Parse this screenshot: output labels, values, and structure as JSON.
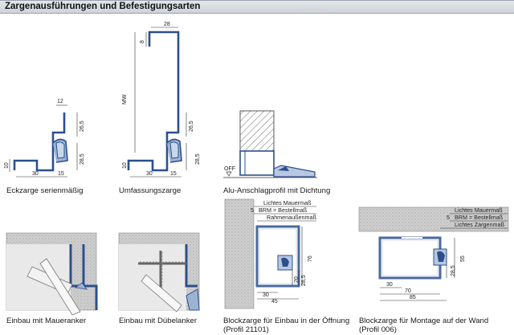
{
  "header": {
    "title": "Zargenausführungen und Befestigungsarten"
  },
  "captions": {
    "eckzarge": "Eckzarge serienmäßig",
    "umfassungszarge": "Umfassungszarge",
    "alu": "Alu-Anschlagprofil mit Dichtung",
    "maueranker": "Einbau mit Maueranker",
    "duebelanker": "Einbau mit Dübelanker",
    "block_oeffnung": [
      "Blockzarge für Einbau in der Öffnung",
      "(Profil 21101)"
    ],
    "block_wand": [
      "Blockzarge für Montage auf der Wand",
      "(Profil 006)"
    ]
  },
  "dims": {
    "eck": {
      "top": "12",
      "a": "26,5",
      "b": "28,5",
      "base": "10",
      "w1": "30",
      "w2": "15"
    },
    "umf": {
      "top": "28",
      "lip": "8",
      "mw": "MW",
      "a": "26,5",
      "b": "28,5",
      "base": "10",
      "w1": "30",
      "w2": "15"
    },
    "alu": {
      "off": "OFF"
    },
    "blk1": {
      "lichtes": "Lichtes Mauermaß",
      "brm_n": "5",
      "brm": "BRM = Bestellmaß",
      "rahmen": "Rahmenaußenmaß",
      "h": "76",
      "a": "20",
      "b": "28,5",
      "w1": "30",
      "w2": "45"
    },
    "blk2": {
      "lichtes": "Lichtes Mauermaß",
      "brm_n": "5",
      "brm": "BRM = Bestellmaß",
      "zarge": "Lichtes Zargenmaß",
      "h": "55",
      "a": "28,5",
      "w1": "30",
      "w2": "70",
      "w3": "85"
    }
  },
  "colors": {
    "profile": "#2c4f8c",
    "wall": "#c7c7c7",
    "hatch": "#8a8a8a"
  }
}
